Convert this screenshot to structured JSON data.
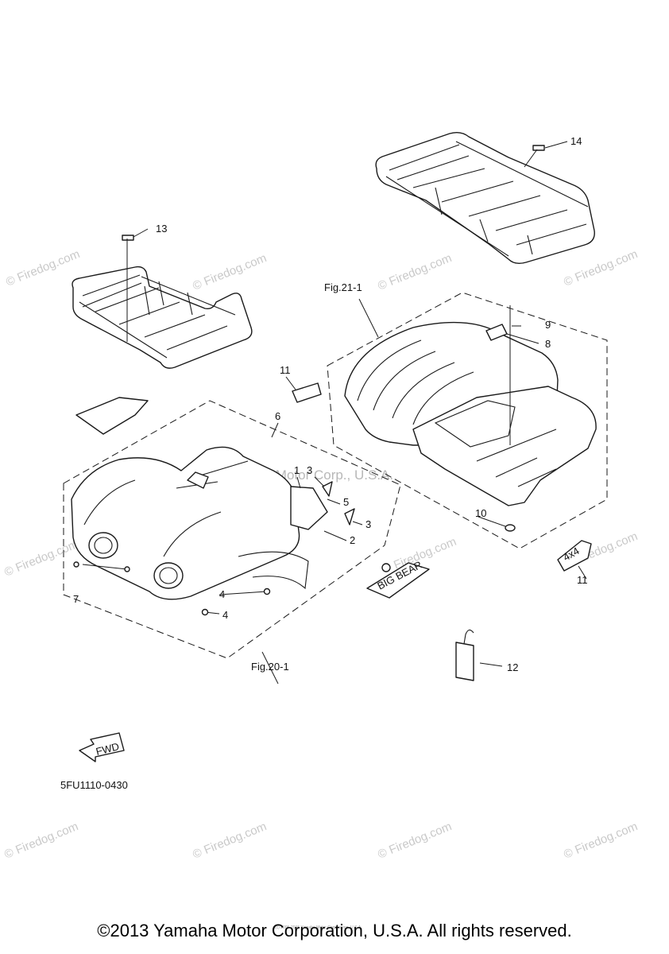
{
  "figure": {
    "part_code": "5FU1110-0430",
    "fwd_label": "FWD",
    "fig_refs": {
      "fig21": "Fig.21-1",
      "fig20": "Fig.20-1"
    },
    "callouts": {
      "c1": "1",
      "c2": "2",
      "c3a": "3",
      "c3b": "3",
      "c4a": "4",
      "c4b": "4",
      "c5": "5",
      "c6": "6",
      "c7": "7",
      "c8": "8",
      "c9": "9",
      "c10": "10",
      "c11a": "11",
      "c11b": "11",
      "c12": "12",
      "c13": "13",
      "c14": "14"
    },
    "decal_text": {
      "big_bear": "BIG BEAR",
      "four_by_four": "4x4"
    }
  },
  "watermarks": {
    "firedog": "© Firedog.com",
    "firedog_plain": "Firedog.com",
    "yamaha": "Yamaha Motor Corp., U.S.A.",
    "tiny": "(c) 2005-2015 Yamaha Motor Corporation, U.S.A."
  },
  "footer": {
    "copyright": "©2013 Yamaha Motor Corporation, U.S.A. All rights reserved."
  }
}
